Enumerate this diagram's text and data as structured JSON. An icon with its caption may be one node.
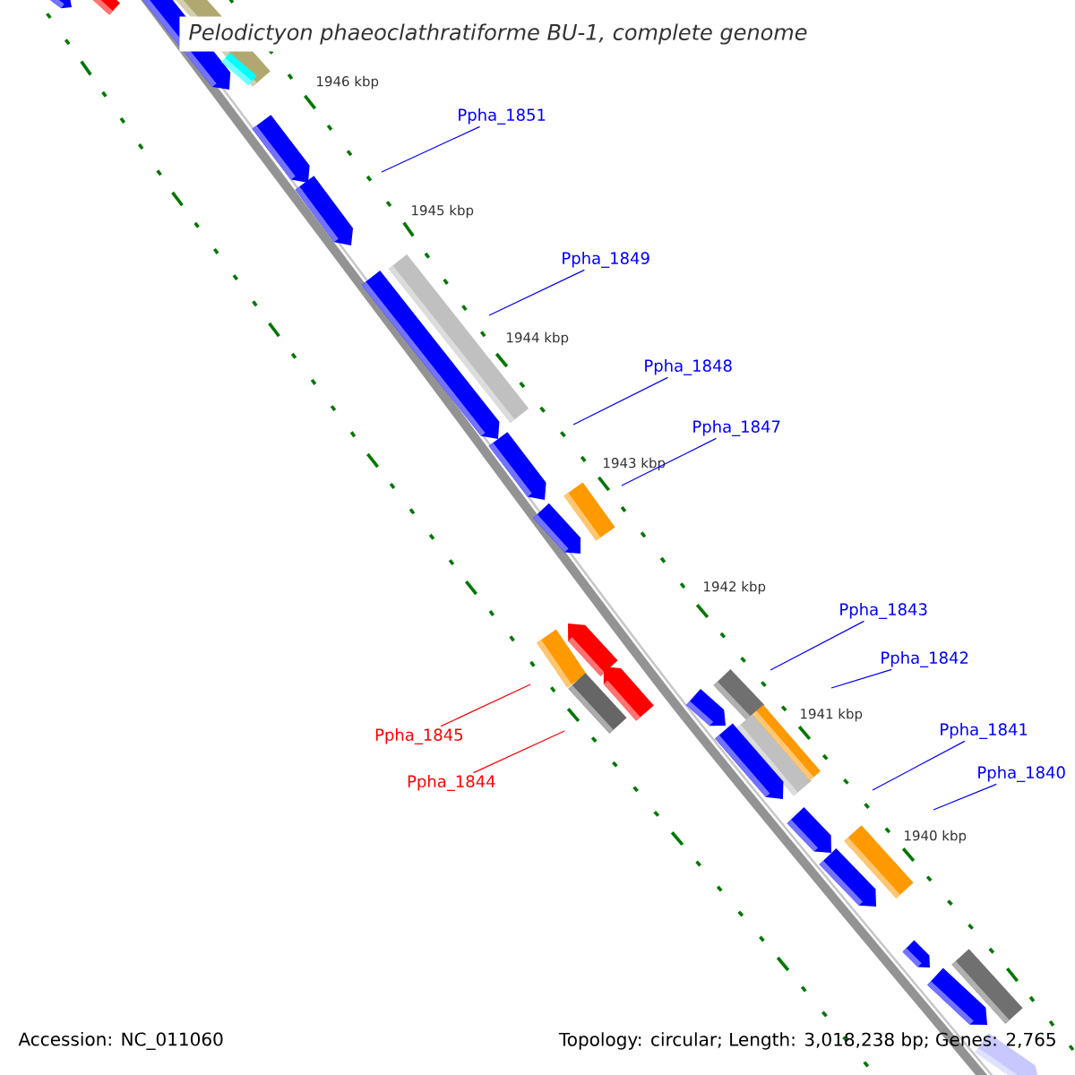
{
  "diagram": {
    "title": "Pelodictyon phaeoclathratiforme BU-1, complete genome",
    "nodes": [
      {
        "text": [
          "Ppha_1851"
        ]
      },
      {
        "text": [
          "Ppha_1849"
        ]
      },
      {
        "text": [
          "Ppha_1848"
        ]
      },
      {
        "text": [
          "Ppha_1847"
        ]
      },
      {
        "text": [
          "Ppha_1843"
        ]
      },
      {
        "text": [
          "Ppha_1842"
        ]
      },
      {
        "text": [
          "Ppha_1841"
        ]
      },
      {
        "text": [
          "Ppha_1845"
        ]
      },
      {
        "text": [
          "Ppha_1840"
        ]
      },
      {
        "text": [
          "Ppha_1844"
        ]
      }
    ],
    "edges": [
      {
        "from": 0,
        "to": null,
        "arrow": "none"
      },
      {
        "from": 1,
        "to": null,
        "arrow": "none"
      },
      {
        "from": 2,
        "to": null,
        "arrow": "none"
      },
      {
        "from": 3,
        "to": null,
        "arrow": "none"
      },
      {
        "from": 4,
        "to": null,
        "arrow": "none"
      },
      {
        "from": 5,
        "to": null,
        "arrow": "none"
      },
      {
        "from": 6,
        "to": null,
        "arrow": "none"
      },
      {
        "from": 7,
        "to": null,
        "arrow": "none",
        "color": "#ff0000"
      },
      {
        "from": 8,
        "to": null,
        "arrow": "none"
      },
      {
        "from": 9,
        "to": null,
        "arrow": "none",
        "color": "#ff0000"
      }
    ],
    "labels": [
      "1946 kbp",
      "1945 kbp",
      "1944 kbp",
      "1943 kbp",
      "1942 kbp",
      "1941 kbp",
      "1940 kbp",
      "Accession: NC_011060",
      "Topology: circular; Length: 3,018,238 bp; Genes: 2,765"
    ]
  }
}
